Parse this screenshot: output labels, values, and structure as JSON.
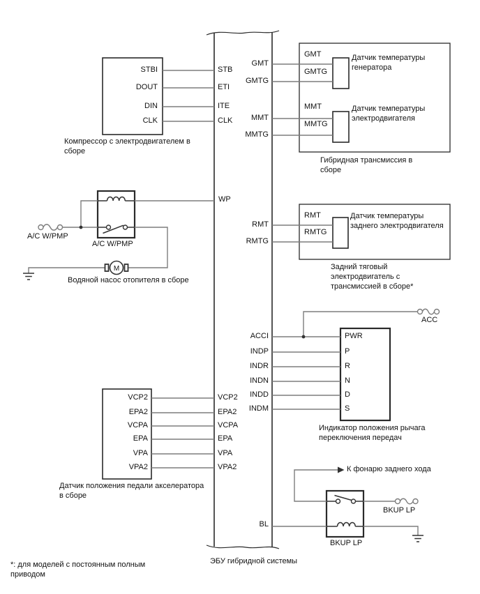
{
  "colors": {
    "wire": "#7d7d7d",
    "outline": "#2a2a2a",
    "text": "#111111",
    "background": "#ffffff"
  },
  "ecu": {
    "label": "ЭБУ гибридной системы",
    "left_pins": [
      "STB",
      "ETI",
      "ITE",
      "CLK",
      "WP",
      "VCP2",
      "EPA2",
      "VCPA",
      "EPA",
      "VPA",
      "VPA2"
    ],
    "right_pins": [
      "GMT",
      "GMTG",
      "MMT",
      "MMTG",
      "RMT",
      "RMTG",
      "ACCI",
      "INDP",
      "INDR",
      "INDN",
      "INDD",
      "INDM",
      "BL"
    ]
  },
  "compressor": {
    "pins": [
      "STBI",
      "DOUT",
      "DIN",
      "CLK"
    ],
    "label_lines": [
      "Компрессор с электродвигателем в",
      "сборе"
    ]
  },
  "transmission": {
    "label_lines": [
      "Гибридная трансмиссия в",
      "сборе"
    ],
    "generator_sensor": {
      "pins": [
        "GMT",
        "GMTG"
      ],
      "label_lines": [
        "Датчик температуры",
        "генератора"
      ]
    },
    "motor_sensor": {
      "pins": [
        "MMT",
        "MMTG"
      ],
      "label_lines": [
        "Датчик температуры",
        "электродвигателя"
      ]
    }
  },
  "rear_motor": {
    "label_lines": [
      "Задний тяговый",
      "электродвигатель с",
      "трансмиссией в сборе*"
    ],
    "sensor": {
      "pins": [
        "RMT",
        "RMTG"
      ],
      "label_lines": [
        "Датчик температуры",
        "заднего электродвигателя"
      ]
    }
  },
  "ac_pump": {
    "fuse_label": "A/C W/PMP",
    "relay_label": "A/C W/PMP",
    "motor_letter": "M",
    "pump_label": "Водяной насос отопителя в сборе"
  },
  "shift_indicator": {
    "pins": [
      "PWR",
      "P",
      "R",
      "N",
      "D",
      "S"
    ],
    "label_lines": [
      "Индикатор положения рычага",
      "переключения передач"
    ]
  },
  "pedal_sensor": {
    "pins": [
      "VCP2",
      "EPA2",
      "VCPA",
      "EPA",
      "VPA",
      "VPA2"
    ],
    "label_lines": [
      "Датчик положения педали акселератора",
      "в сборе"
    ]
  },
  "backup": {
    "fuse_label": "BKUP LP",
    "relay_label": "BKUP LP",
    "arrow_label": "К фонарю заднего хода"
  },
  "acc_fuse_label": "ACC",
  "footnote_lines": [
    "*: для моделей с постоянным полным",
    "приводом"
  ]
}
